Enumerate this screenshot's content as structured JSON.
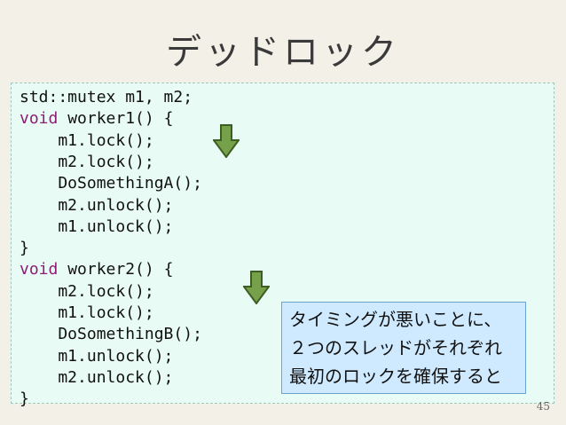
{
  "slide": {
    "title": "デッドロック",
    "page_number": "45",
    "code_lines": [
      {
        "keyword": "",
        "text": "std::mutex m1, m2;"
      },
      {
        "keyword": "void",
        "text": " worker1() {"
      },
      {
        "keyword": "",
        "text": "    m1.lock();"
      },
      {
        "keyword": "",
        "text": "    m2.lock();"
      },
      {
        "keyword": "",
        "text": "    DoSomethingA();"
      },
      {
        "keyword": "",
        "text": "    m2.unlock();"
      },
      {
        "keyword": "",
        "text": "    m1.unlock();"
      },
      {
        "keyword": "",
        "text": "}"
      },
      {
        "keyword": "void",
        "text": " worker2() {"
      },
      {
        "keyword": "",
        "text": "    m2.lock();"
      },
      {
        "keyword": "",
        "text": "    m1.lock();"
      },
      {
        "keyword": "",
        "text": "    DoSomethingB();"
      },
      {
        "keyword": "",
        "text": "    m1.unlock();"
      },
      {
        "keyword": "",
        "text": "    m2.unlock();"
      },
      {
        "keyword": "",
        "text": "}"
      }
    ],
    "callout_lines": [
      "タイミングが悪いことに、",
      "２つのスレッドがそれぞれ",
      "最初のロックを確保すると"
    ],
    "colors": {
      "arrow_fill": "#77a04a",
      "arrow_stroke": "#3d5e22"
    },
    "icons": [
      "down-arrow-icon",
      "down-arrow-icon"
    ]
  }
}
